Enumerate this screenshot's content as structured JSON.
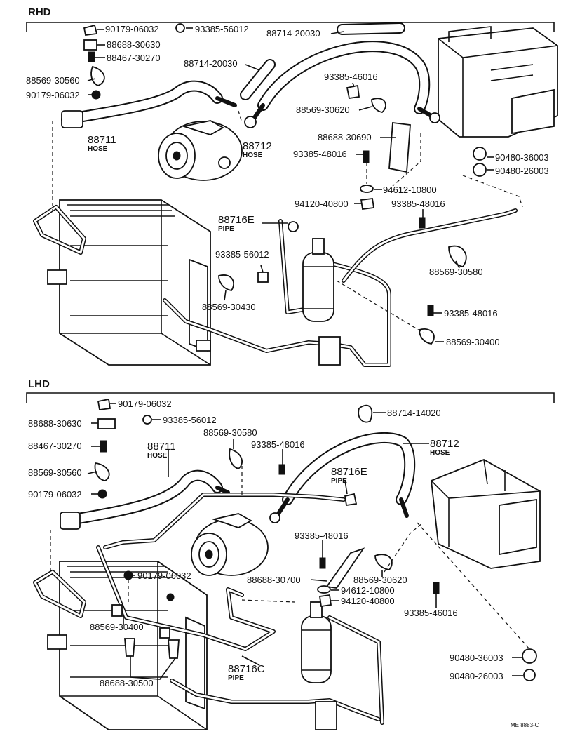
{
  "sections": {
    "rhd": "RHD",
    "lhd": "LHD"
  },
  "rhd": {
    "labels": [
      "90179-06032",
      "93385-56012",
      "88688-30630",
      "88467-30270",
      "88569-30560",
      "90179-06032",
      "88714-20030",
      "88714-20030",
      "93385-46016",
      "88569-30620",
      "88688-30690",
      "93385-48016",
      "94612-10800",
      "94120-40800",
      "93385-48016",
      "93385-56012",
      "88569-30430",
      "88569-30580",
      "93385-48016",
      "88569-30400",
      "90480-36003",
      "90480-26003"
    ],
    "hose1": {
      "number": "88711",
      "word": "HOSE"
    },
    "hose2": {
      "number": "88712",
      "word": "HOSE"
    },
    "pipe": {
      "number": "88716E",
      "word": "PIPE"
    }
  },
  "lhd": {
    "labels": [
      "90179-06032",
      "88688-30630",
      "93385-56012",
      "88467-30270",
      "88569-30560",
      "90179-06032",
      "88569-30580",
      "93385-48016",
      "88714-14020",
      "93385-48016",
      "88688-30700",
      "88569-30620",
      "94612-10800",
      "94120-40800",
      "93385-46016",
      "90179-06032",
      "88569-30400",
      "88688-30500",
      "90480-36003",
      "90480-26003"
    ],
    "hose1": {
      "number": "88711",
      "word": "HOSE"
    },
    "hose2": {
      "number": "88712",
      "word": "HOSE"
    },
    "pipe_e": {
      "number": "88716E",
      "word": "PIPE"
    },
    "pipe_c": {
      "number": "88716C",
      "word": "PIPE"
    }
  },
  "footer": "ME 8883-C"
}
